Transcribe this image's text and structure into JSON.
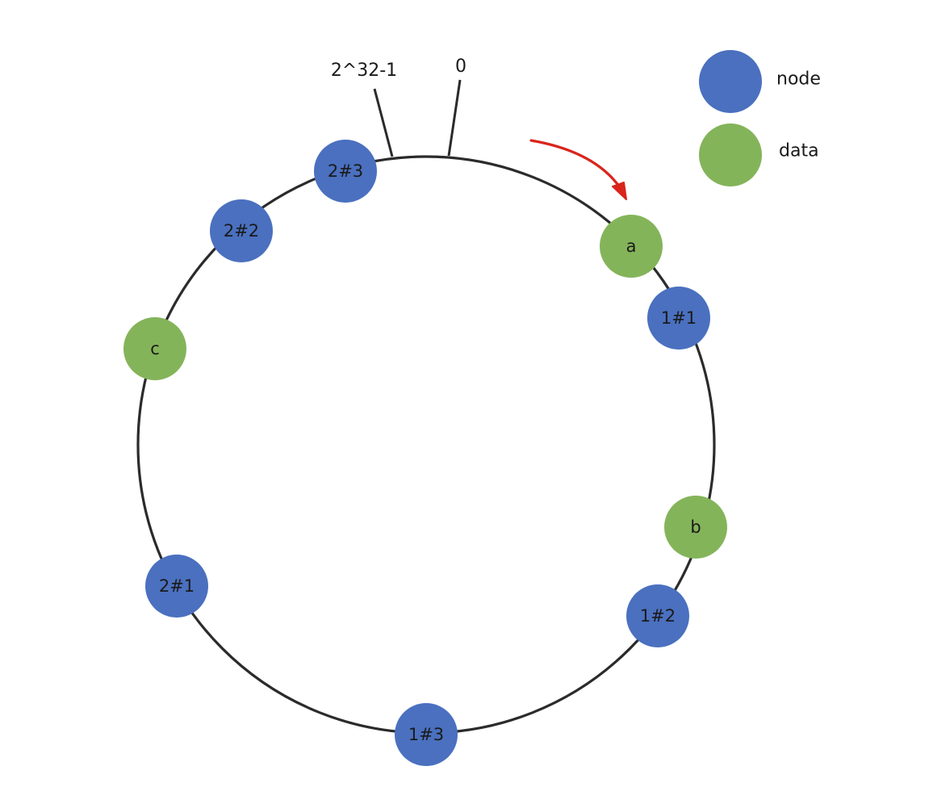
{
  "colors": {
    "node": "#4a70bf",
    "data": "#84b45a",
    "ring": "#2b2b2b",
    "arrow": "#d9251c"
  },
  "ring_labels": {
    "max": "2^32-1",
    "zero": "0"
  },
  "legend": [
    {
      "kind": "node",
      "label": "node"
    },
    {
      "kind": "data",
      "label": "data"
    }
  ],
  "points": [
    {
      "kind": "node",
      "label": "2#3"
    },
    {
      "kind": "node",
      "label": "2#2"
    },
    {
      "kind": "data",
      "label": "c"
    },
    {
      "kind": "node",
      "label": "2#1"
    },
    {
      "kind": "node",
      "label": "1#3"
    },
    {
      "kind": "node",
      "label": "1#2"
    },
    {
      "kind": "data",
      "label": "b"
    },
    {
      "kind": "node",
      "label": "1#1"
    },
    {
      "kind": "data",
      "label": "a"
    }
  ],
  "direction_arrow": "clockwise-arrow"
}
